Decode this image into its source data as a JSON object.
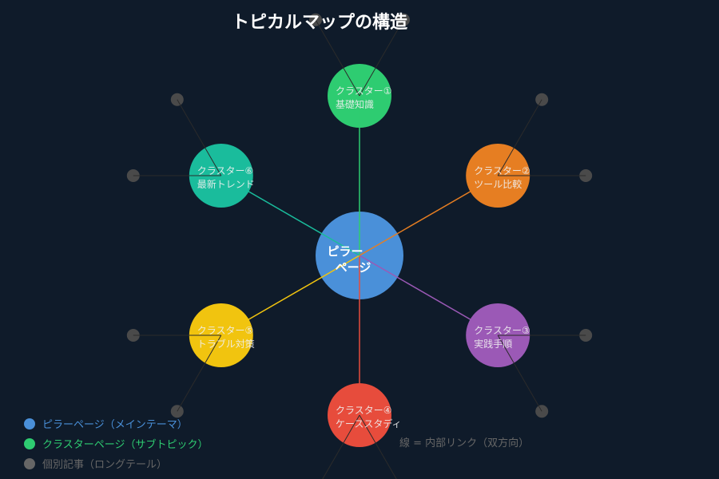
{
  "title": "トピカルマップの構造",
  "background": "#0f1b2a",
  "pillar": {
    "lines": [
      "ピラー",
      "ページ"
    ],
    "color": "#4a90d9"
  },
  "clusters": [
    {
      "label": "クラスター①",
      "topic": "基礎知識",
      "color": "#2ecc71"
    },
    {
      "label": "クラスター②",
      "topic": "ツール比較",
      "color": "#e67e22"
    },
    {
      "label": "クラスター③",
      "topic": "実践手順",
      "color": "#9b59b6"
    },
    {
      "label": "クラスター④",
      "topic": "ケーススタディ",
      "color": "#e74c3c"
    },
    {
      "label": "クラスター⑤",
      "topic": "トラブル対策",
      "color": "#f1c40f"
    },
    {
      "label": "クラスター⑥",
      "topic": "最新トレンド",
      "color": "#1abc9c"
    }
  ],
  "article_color": "#4a4a4a",
  "articles_per_cluster": 2,
  "legend": [
    {
      "label": "ピラーページ（メインテーマ）",
      "color": "#4a90d9"
    },
    {
      "label": "クラスターページ（サブトピック）",
      "color": "#2ecc71"
    },
    {
      "label": "個別記事（ロングテール）",
      "color": "#666666"
    }
  ],
  "note": "線 = 内部リンク（双方向）"
}
